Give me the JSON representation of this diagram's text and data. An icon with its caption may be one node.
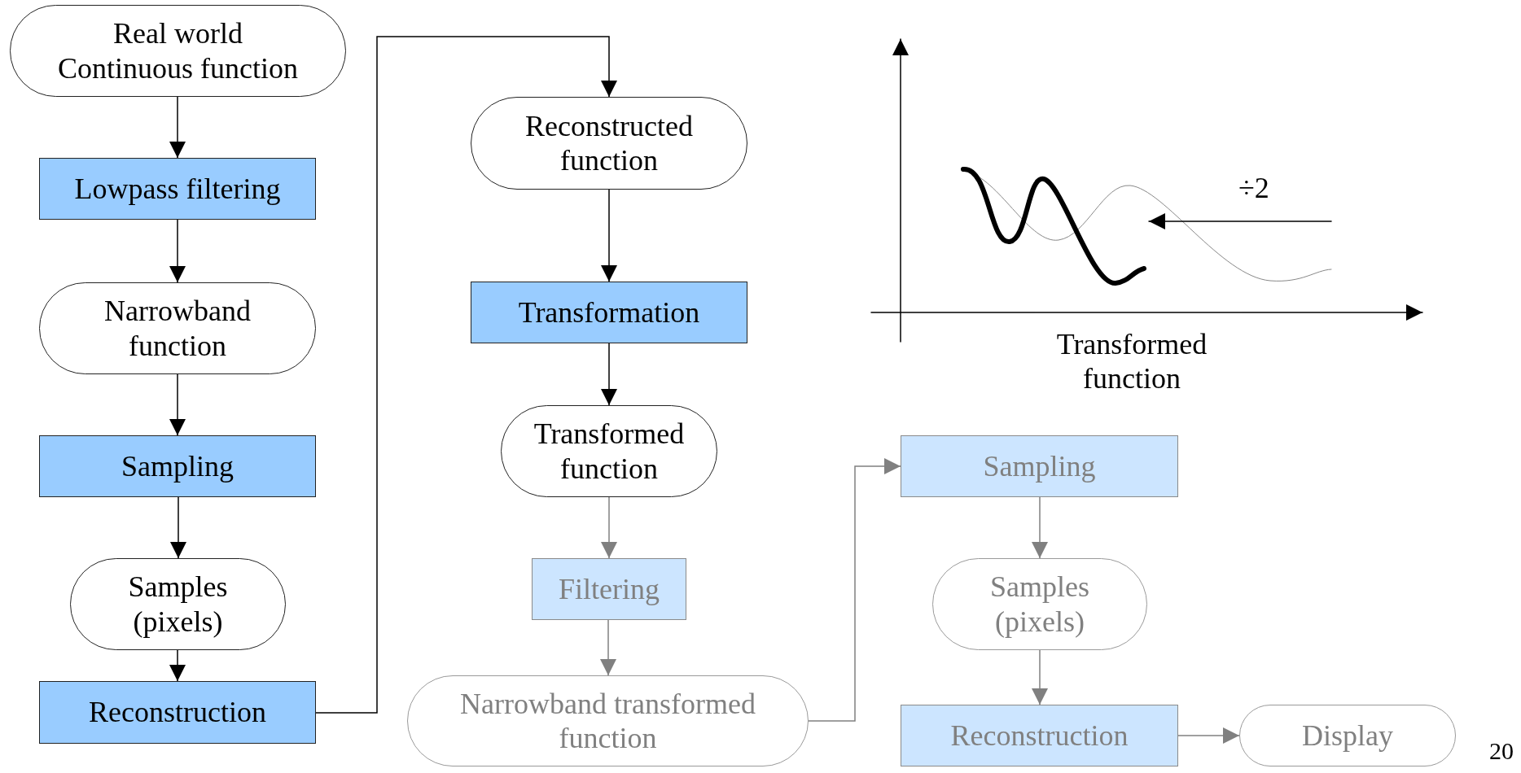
{
  "diagram": {
    "nodes": [
      {
        "text": [
          "Real world Continuous function"
        ]
      },
      {
        "text": [
          "Lowpass filtering"
        ]
      },
      {
        "text": [
          "Narrowband function"
        ]
      },
      {
        "text": [
          "Sampling"
        ]
      },
      {
        "text": [
          "Samples (pixels)"
        ]
      },
      {
        "text": [
          "Reconstruction"
        ]
      },
      {
        "text": [
          "Reconstructed function"
        ]
      },
      {
        "text": [
          "Transformation"
        ]
      },
      {
        "text": [
          "Transformed function"
        ]
      },
      {
        "text": [
          "Filtering"
        ]
      },
      {
        "text": [
          "Narrowband transformed function"
        ]
      },
      {
        "text": [
          "Sampling"
        ]
      },
      {
        "text": [
          "Samples (pixels)"
        ]
      },
      {
        "text": [
          "Reconstruction"
        ]
      },
      {
        "text": [
          "Display"
        ]
      }
    ],
    "edges": [
      {
        "from": 0,
        "to": 1,
        "arrow": "to"
      },
      {
        "from": 1,
        "to": 2,
        "arrow": "to"
      },
      {
        "from": 2,
        "to": 3,
        "arrow": "to"
      },
      {
        "from": 3,
        "to": 4,
        "arrow": "to"
      },
      {
        "from": 4,
        "to": 5,
        "arrow": "to"
      },
      {
        "from": 5,
        "to": 6,
        "arrow": "to"
      },
      {
        "from": 6,
        "to": 7,
        "arrow": "to"
      },
      {
        "from": 7,
        "to": 8,
        "arrow": "to"
      },
      {
        "from": 8,
        "to": 9,
        "arrow": "to",
        "color": "#808080"
      },
      {
        "from": 9,
        "to": 10,
        "arrow": "to",
        "color": "#808080"
      },
      {
        "from": 10,
        "to": 11,
        "arrow": "to",
        "color": "#808080"
      },
      {
        "from": 11,
        "to": 12,
        "arrow": "to",
        "color": "#808080"
      },
      {
        "from": 12,
        "to": 13,
        "arrow": "to",
        "color": "#808080"
      },
      {
        "from": 13,
        "to": 14,
        "arrow": "to",
        "color": "#808080"
      }
    ],
    "labels": [
      "÷2",
      "Transformed function",
      "20"
    ]
  }
}
